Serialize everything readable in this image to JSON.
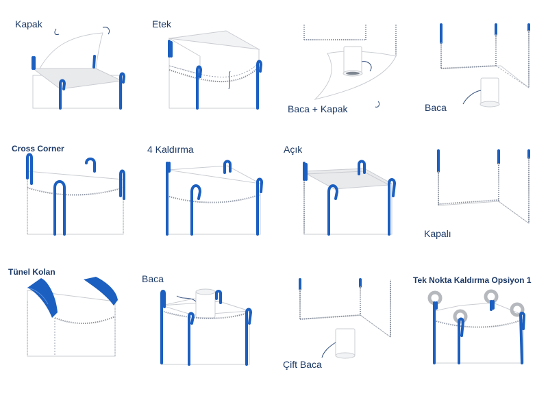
{
  "labels": {
    "kapak": "Kapak",
    "etek": "Etek",
    "baca_kapak": "Baca + Kapak",
    "baca_top": "Baca",
    "cross_corner": "Cross Corner",
    "dort_kaldirma": "4 Kaldırma",
    "acik": "Açık",
    "kapali": "Kapalı",
    "tunel_kolan": "Tünel Kolan",
    "baca": "Baca",
    "cift_baca": "Çift Baca",
    "tek_nokta": "Tek Nokta Kaldırma Opsiyon 1"
  },
  "colors": {
    "strap": "#1b5fc0",
    "label": "#1d3a66",
    "stitch": "#8f96a3",
    "ring": "#b5b8bd",
    "outline": "#c9ccd1"
  }
}
